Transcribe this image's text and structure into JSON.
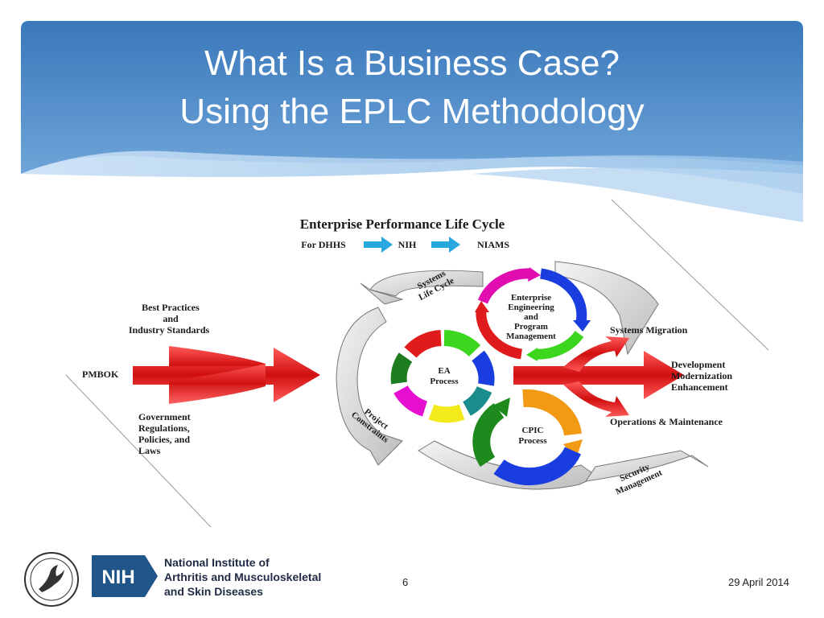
{
  "slide": {
    "title_line1": "What Is a Business Case?",
    "title_line2": "Using the EPLC Methodology",
    "page_number": "6",
    "date": "29 April 2014"
  },
  "colors": {
    "header_dark": "#3e7dbf",
    "header_light": "#a9cdee",
    "arrow_red": "#e01b1b",
    "arrow_blue": "#29a8e0"
  },
  "diagram": {
    "title": "Enterprise Performance Life Cycle",
    "flow": [
      "For DHHS",
      "NIH",
      "NIAMS"
    ],
    "inputs": {
      "best_practices": [
        "Best Practices",
        "and",
        "Industry Standards"
      ],
      "pmbok": "PMBOK",
      "government": [
        "Government",
        "Regulations,",
        "Policies, and",
        "Laws"
      ]
    },
    "cycles": {
      "systems_life_cycle": [
        "Systems",
        "Life Cycle"
      ],
      "project_constraints": [
        "Project",
        "Constraints"
      ],
      "security_management": [
        "Security",
        "Management"
      ],
      "eepm": [
        "Enterprise",
        "Engineering",
        "and",
        "Program",
        "Management"
      ],
      "ea": [
        "EA",
        "Process"
      ],
      "cpic": [
        "CPIC",
        "Process"
      ]
    },
    "outputs": {
      "systems_migration": "Systems Migration",
      "dme": [
        "Development",
        "Modernization",
        "Enhancement"
      ],
      "om": "Operations & Maintenance"
    }
  },
  "footer": {
    "nih_logo": "NIH",
    "institute_lines": [
      "National Institute of",
      "Arthritis and Musculoskeletal",
      "and Skin Diseases"
    ]
  }
}
